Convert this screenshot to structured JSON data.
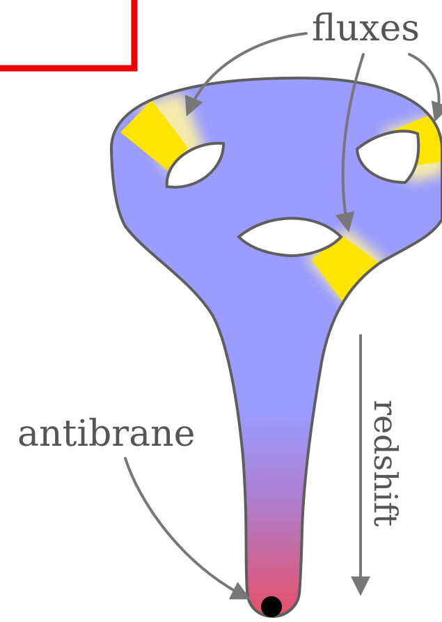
{
  "labels": {
    "fluxes": "fluxes",
    "antibrane": "antibrane",
    "redshift": "redshift"
  },
  "colors": {
    "surface_top": "#9a9cff",
    "surface_bottom": "#e0526b",
    "outline": "#5e5e5e",
    "flux_band": "#ffe400",
    "flux_glow": "#fff3a0",
    "arrow": "#777777",
    "frame": "#ee0000",
    "antibrane_dot": "#000000"
  }
}
